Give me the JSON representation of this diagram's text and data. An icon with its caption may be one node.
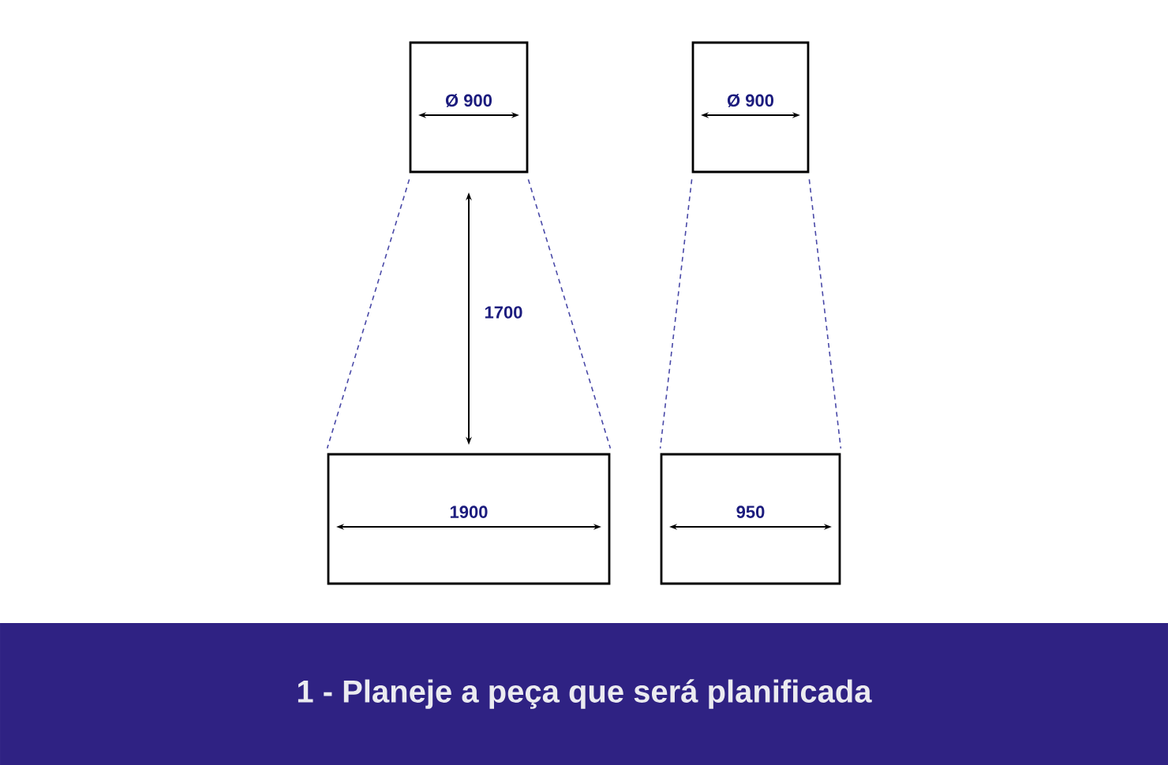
{
  "diagram": {
    "caption": "1 - Planeje a peça que será planificada",
    "nodes": [
      {
        "text": [
          "Ø 900"
        ]
      },
      {
        "text": [
          "Ø 900"
        ]
      },
      {
        "text": [
          "1900"
        ]
      },
      {
        "text": [
          "950"
        ]
      }
    ],
    "edges": [
      {
        "from": 0,
        "to": 2,
        "arrow": "none",
        "style": "dashed"
      },
      {
        "from": 0,
        "to": 2,
        "arrow": "none",
        "style": "dashed"
      },
      {
        "from": 1,
        "to": 3,
        "arrow": "none",
        "style": "dashed"
      },
      {
        "from": 1,
        "to": 3,
        "arrow": "none",
        "style": "dashed"
      }
    ],
    "labels": [
      "1700"
    ]
  }
}
